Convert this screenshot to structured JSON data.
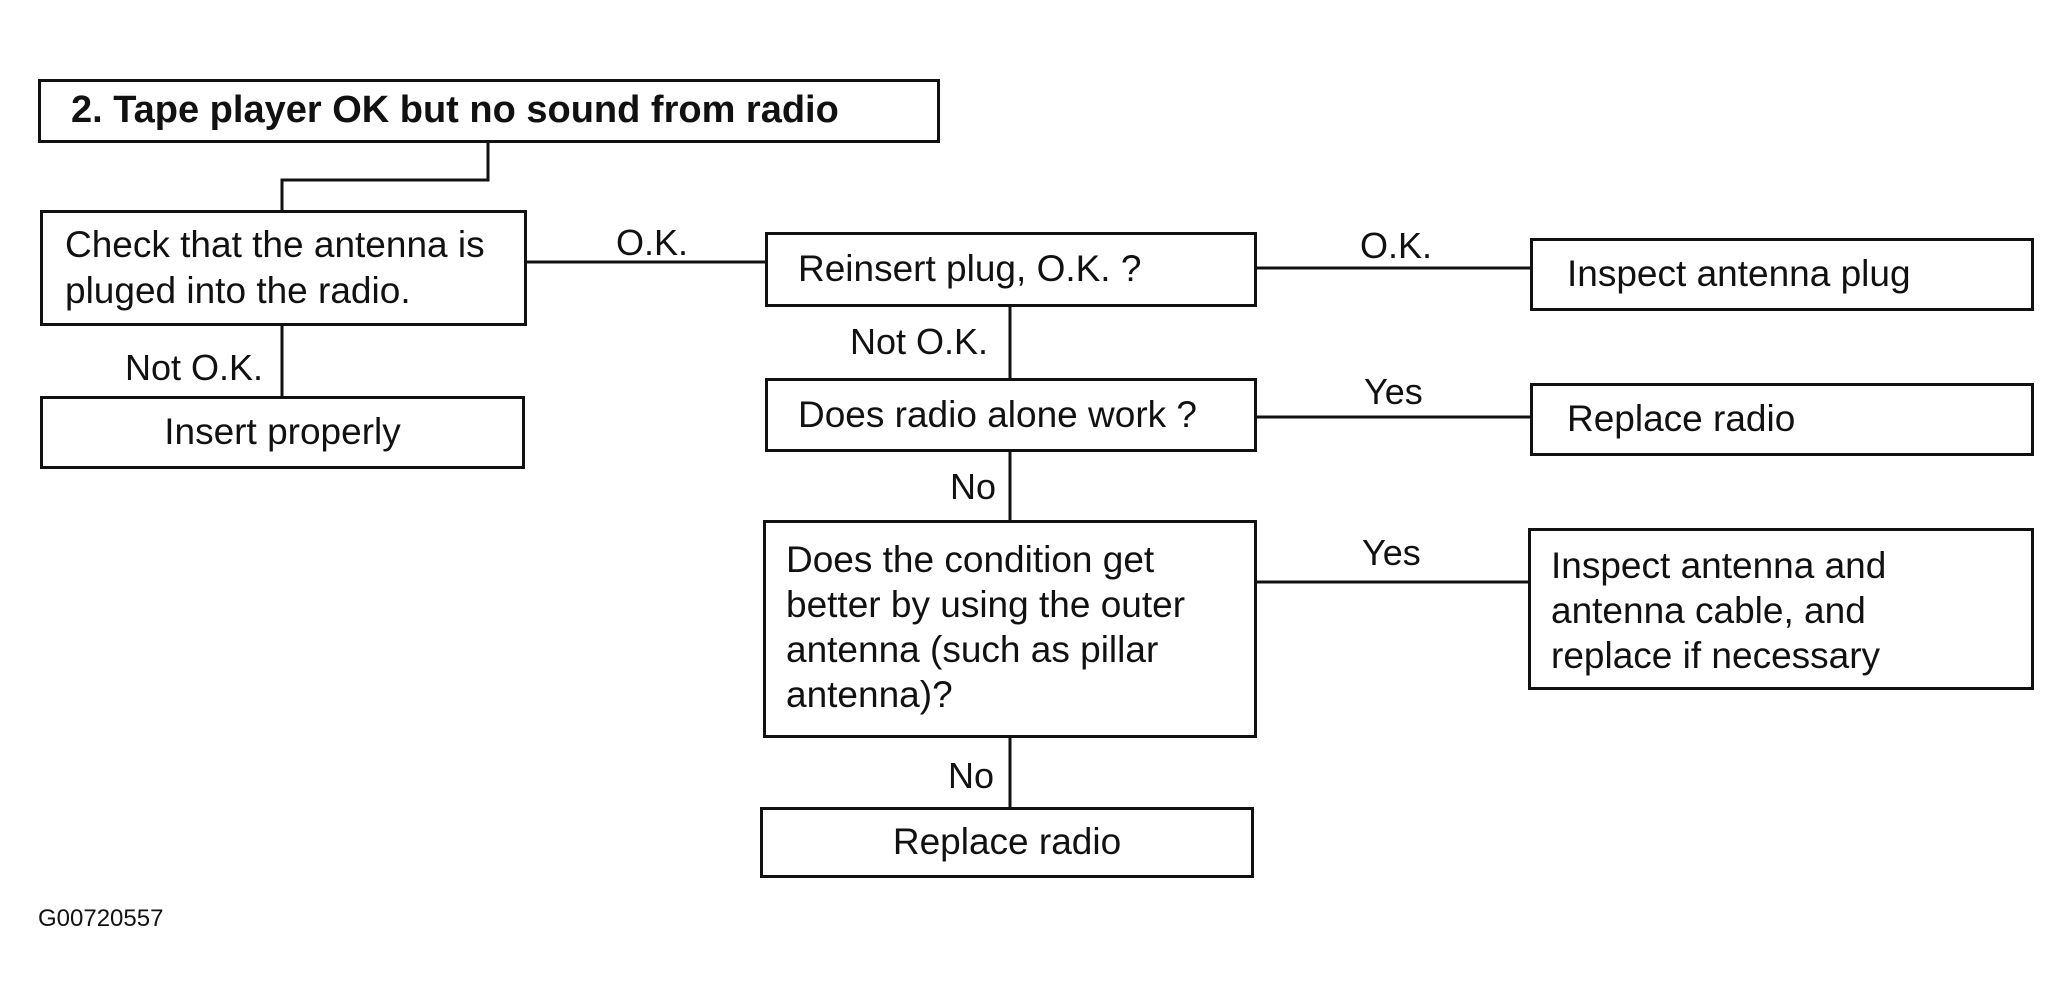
{
  "title": "2. Tape player OK but no sound from radio",
  "nodes": {
    "check_antenna": [
      "Check that the antenna is",
      "pluged into the radio."
    ],
    "insert_properly": "Insert properly",
    "reinsert_plug": "Reinsert plug, O.K. ?",
    "inspect_antenna_plug": "Inspect antenna plug",
    "radio_alone": "Does radio alone work ?",
    "replace_radio_1": "Replace radio",
    "outer_antenna": [
      "Does the condition get",
      "better by using the outer",
      "antenna (such as pillar",
      "antenna)?"
    ],
    "inspect_cable": [
      "Inspect antenna and",
      "antenna cable, and",
      "replace if necessary"
    ],
    "replace_radio_2": "Replace radio"
  },
  "edges": {
    "ok_1": "O.K.",
    "not_ok_1": "Not O.K.",
    "ok_2": "O.K.",
    "not_ok_2": "Not O.K.",
    "yes_1": "Yes",
    "no_1": "No",
    "yes_2": "Yes",
    "no_2": "No"
  },
  "figure_id": "G00720557"
}
